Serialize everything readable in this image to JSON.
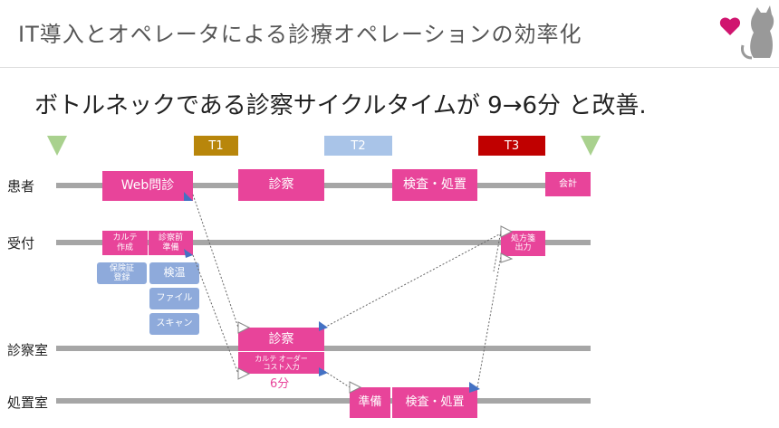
{
  "header": {
    "title": "IT導入とオペレータによる診療オペレーションの効率化",
    "logo": "cat-heart-logo"
  },
  "subtitle": "ボトルネックである診察サイクルタイムが 9→6分 と改善.",
  "phases": [
    {
      "label": "T1",
      "color": "#b8860b"
    },
    {
      "label": "T2",
      "color": "#a9c4e8"
    },
    {
      "label": "T3",
      "color": "#c00000"
    }
  ],
  "lanes": [
    "患者",
    "受付",
    "診察室",
    "処置室"
  ],
  "boxes": {
    "web": "Web問診",
    "exam_patient": "診察",
    "test_patient": "検査・処置",
    "payment": "会計",
    "chart": "カルテ\n作成",
    "prep": "診察前\n準備",
    "insurance": "保険証\n登録",
    "temp": "検温",
    "file": "ファイル",
    "scan": "スキャン",
    "prescription": "処方箋\n出力",
    "exam_room": "診察",
    "exam_sub": "カルテ オーダー\nコスト入力",
    "duration": "6分",
    "treat_prep": "準備",
    "treat": "検査・処置"
  }
}
